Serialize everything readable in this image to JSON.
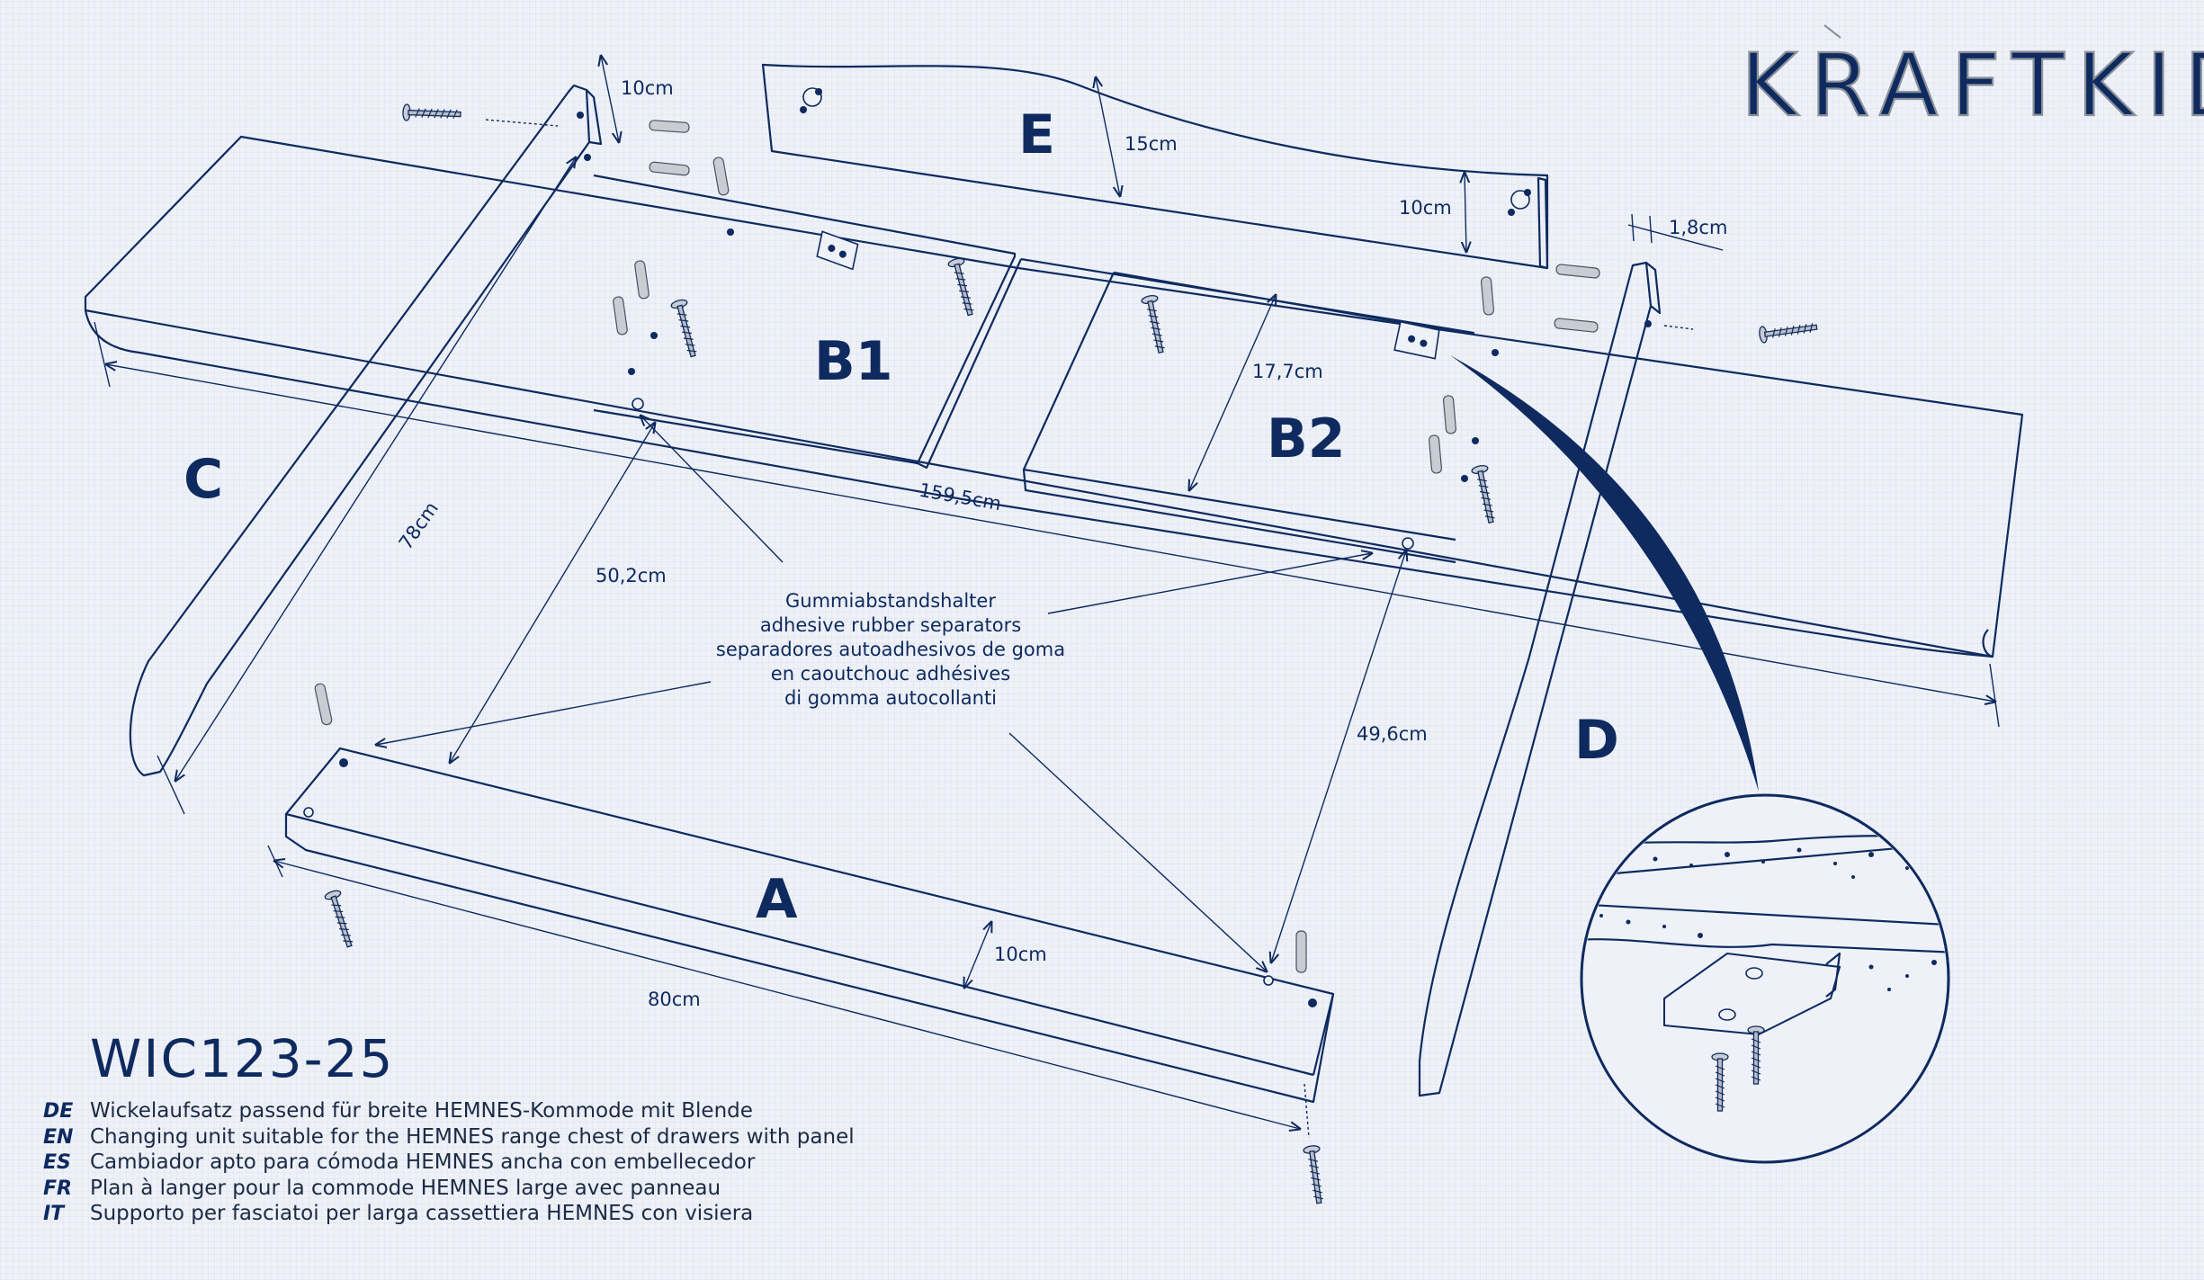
{
  "brand": {
    "name": "KRAFTKIDS"
  },
  "product": {
    "code": "WIC123-25"
  },
  "descriptions": [
    {
      "lang": "DE",
      "text": "Wickelaufsatz passend für breite HEMNES-Kommode mit Blende"
    },
    {
      "lang": "EN",
      "text": "Changing unit suitable for the HEMNES range chest of drawers with panel"
    },
    {
      "lang": "ES",
      "text": "Cambiador apto para cómoda HEMNES ancha con embellecedor"
    },
    {
      "lang": "FR",
      "text": "Plan à langer pour la commode HEMNES large avec panneau"
    },
    {
      "lang": "IT",
      "text": "Supporto per fasciatoi per larga cassettiera HEMNES con visiera"
    }
  ],
  "parts": {
    "a": "A",
    "b1": "B1",
    "b2": "B2",
    "c": "C",
    "d": "D",
    "e": "E"
  },
  "dimensions": {
    "c_length": "159,5cm",
    "c_height": "78cm",
    "c_dowel_spacing": "10cm",
    "e_height_left": "15cm",
    "e_height_right": "10cm",
    "thickness": "1,8cm",
    "b2_depth": "17,7cm",
    "b1_depth": "50,2cm",
    "b2_height": "49,6cm",
    "a_height": "10cm",
    "a_length": "80cm"
  },
  "separator_note": [
    "Gummiabstandshalter",
    "adhesive rubber separators",
    "separadores autoadhesivos de goma",
    "en caoutchouc adhésives",
    "di gomma autocollanti"
  ],
  "colors": {
    "ink": "#0e2a5f",
    "paper": "#eef1f7",
    "logo": "#8c929b"
  }
}
